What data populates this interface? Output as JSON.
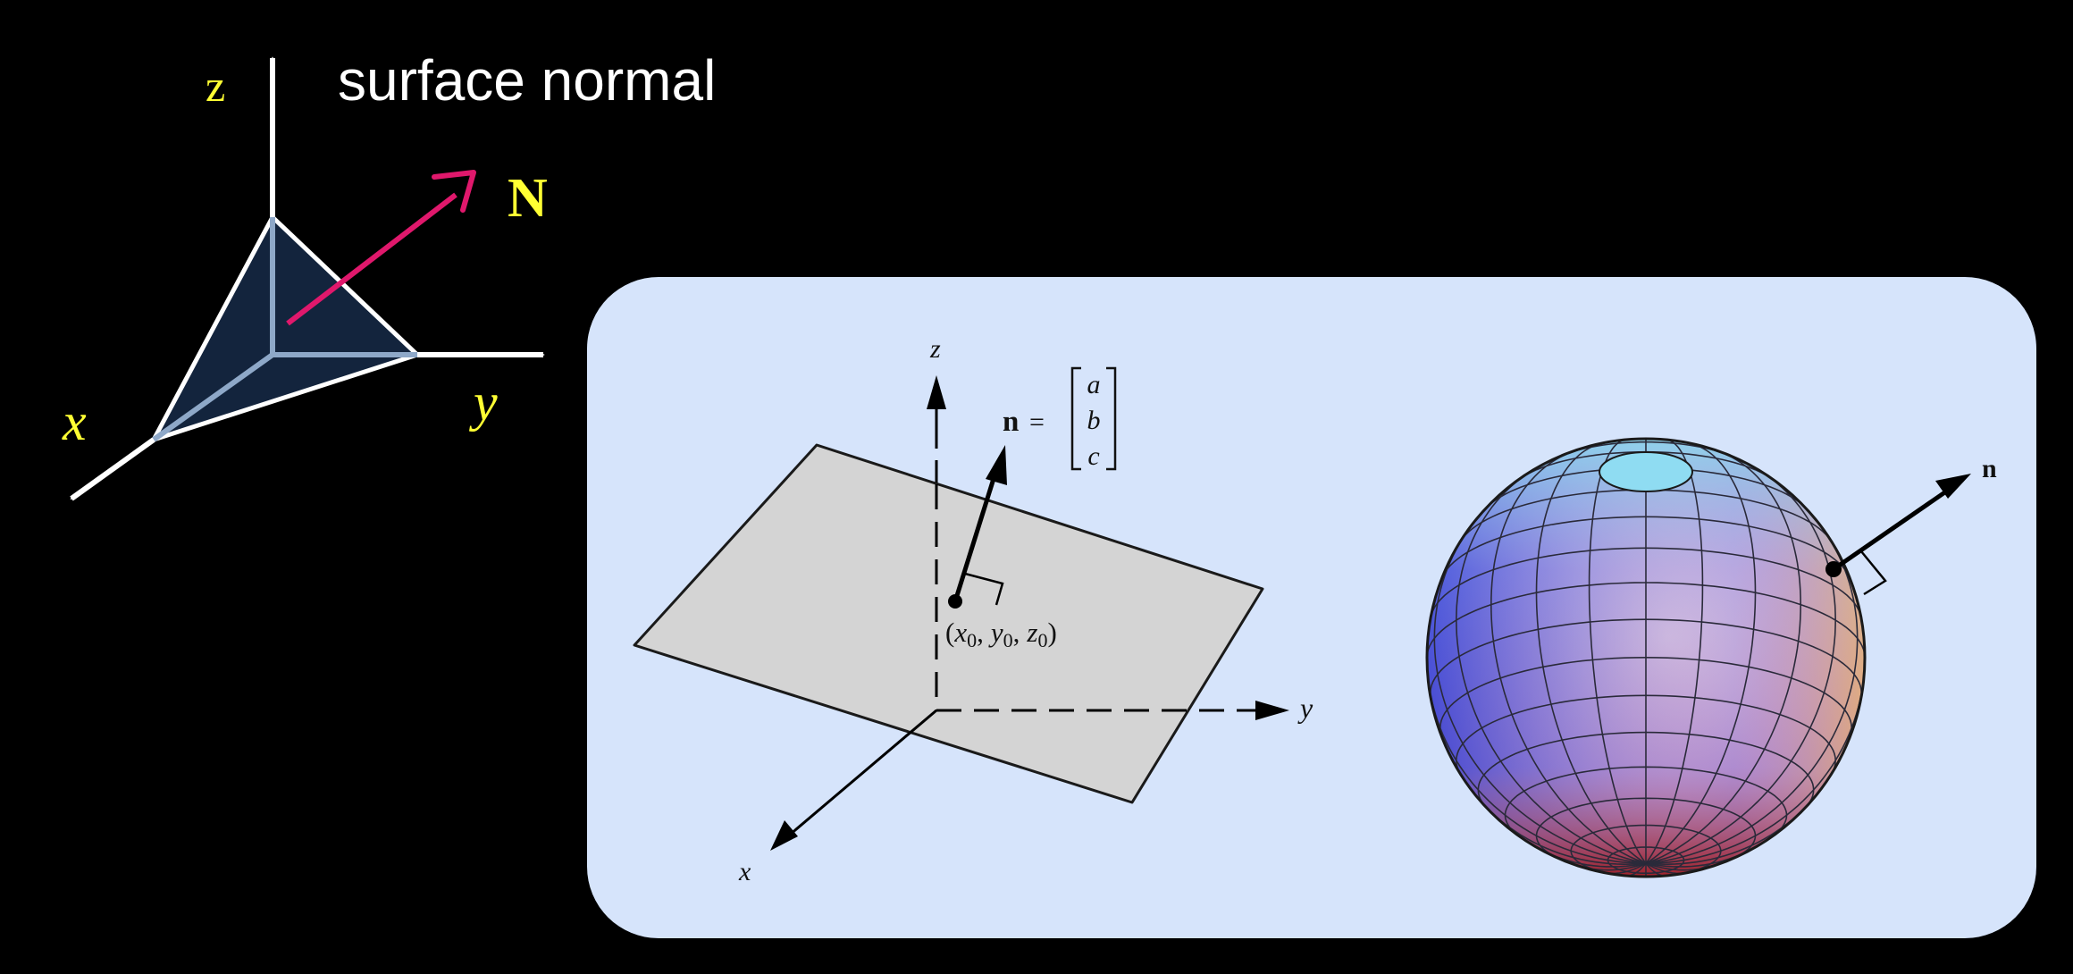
{
  "slide": {
    "heading": "surface normal",
    "colors": {
      "background": "#000000",
      "axis_label": "#ffff33",
      "normal_arrow": "#e0186c",
      "panel": "#d6e4fb"
    }
  },
  "triad": {
    "z_label": "z",
    "x_label": "x",
    "y_label": "y",
    "normal_label": "N"
  },
  "plane_figure": {
    "z_label": "z",
    "y_label": "y",
    "x_label": "x",
    "n_label": "n",
    "equals": "=",
    "vector": [
      "a",
      "b",
      "c"
    ],
    "point": {
      "open": "(",
      "x": "x",
      "y": "y",
      "z": "z",
      "sub": "0",
      "sep": ",",
      "close": ")"
    }
  },
  "sphere_figure": {
    "n_label": "n"
  }
}
